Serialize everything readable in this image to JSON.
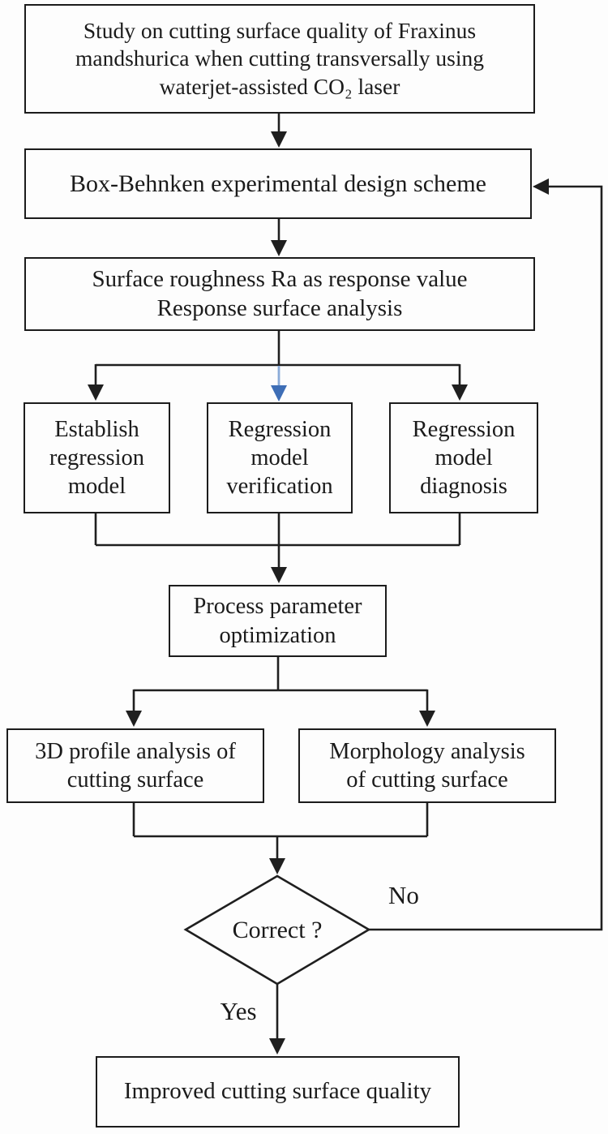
{
  "figure_type": "flowchart",
  "colors": {
    "background": "#fdfdfd",
    "line": "#1f1f1f",
    "box_border": "#1c1c1c",
    "text": "#1b1b1b",
    "highlight_arrow_stem": "#8aabd8",
    "highlight_arrow_head": "#3e6eb6"
  },
  "nodes": {
    "study": {
      "lines": [
        "Study on cutting surface quality of Fraxinus",
        "mandshurica when cutting transversally using",
        "waterjet-assisted CO₂ laser"
      ]
    },
    "bbd": {
      "lines": [
        "Box-Behnken experimental design scheme"
      ]
    },
    "rsa": {
      "lines": [
        "Surface roughness Ra as response value",
        "Response surface analysis"
      ]
    },
    "establish": {
      "lines": [
        "Establish",
        "regression",
        "model"
      ]
    },
    "verification": {
      "lines": [
        "Regression",
        "model",
        "verification"
      ]
    },
    "diagnosis": {
      "lines": [
        "Regression",
        "model",
        "diagnosis"
      ]
    },
    "optimization": {
      "lines": [
        "Process parameter",
        "optimization"
      ]
    },
    "profile3d": {
      "lines": [
        "3D profile analysis of",
        "cutting surface"
      ]
    },
    "morphology": {
      "lines": [
        "Morphology analysis",
        "of cutting surface"
      ]
    },
    "decision": {
      "label": "Correct ?"
    },
    "improved": {
      "lines": [
        "Improved cutting surface quality"
      ]
    }
  },
  "edge_labels": {
    "no": "No",
    "yes": "Yes"
  }
}
